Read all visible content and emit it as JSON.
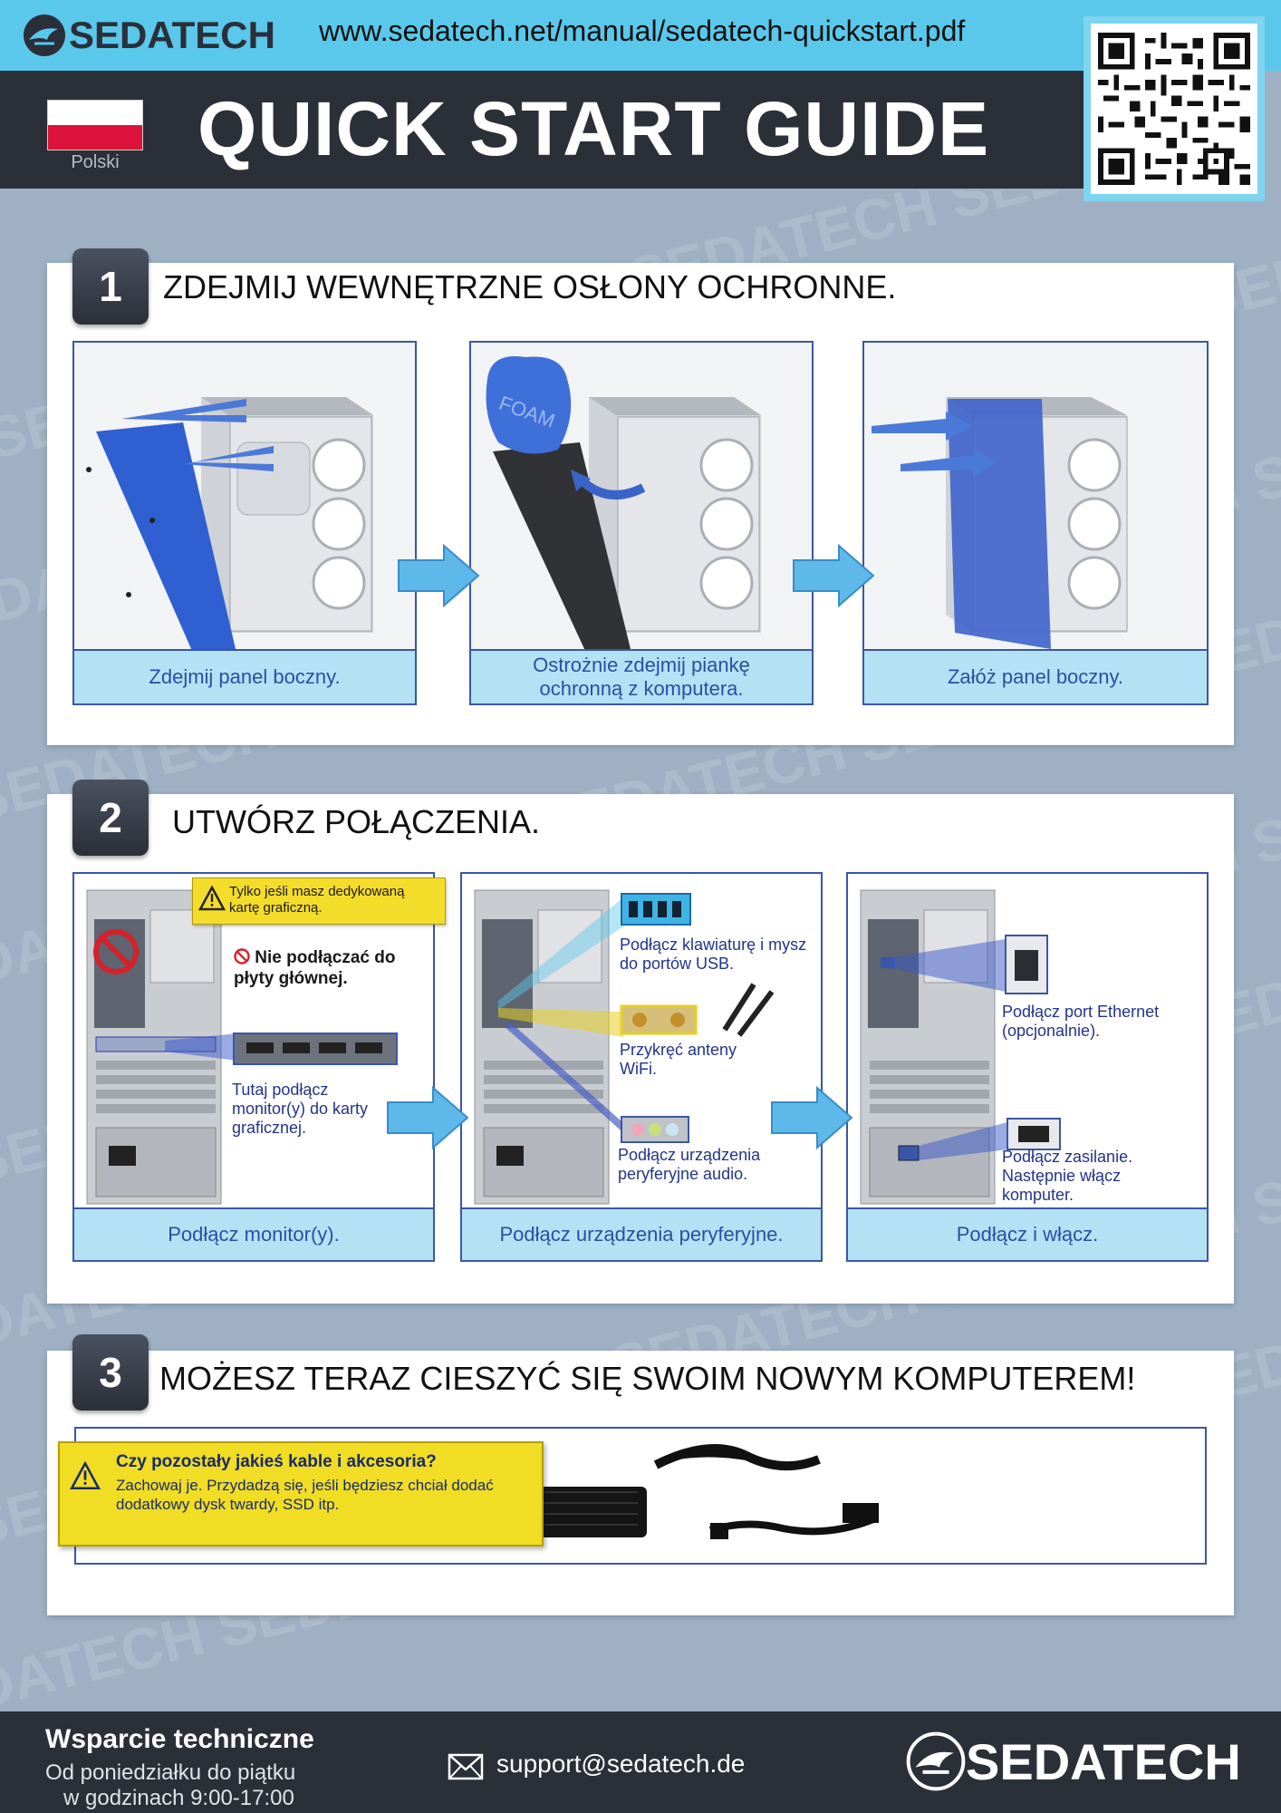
{
  "header": {
    "brand": "SEDATECH",
    "url": "www.sedatech.net/manual/sedatech-quickstart.pdf",
    "title": "QUICK START GUIDE",
    "language": "Polski"
  },
  "steps": [
    {
      "number": "1",
      "title": "ZDEJMIJ WEWNĘTRZNE OSŁONY OCHRONNE.",
      "panels": [
        {
          "caption": "Zdejmij panel boczny."
        },
        {
          "caption": "Ostrożnie zdejmij piankę ochronną z komputera.",
          "foam_label": "FOAM"
        },
        {
          "caption": "Załóż panel boczny."
        }
      ]
    },
    {
      "number": "2",
      "title": "UTWÓRZ POŁĄCZENIA.",
      "panels": [
        {
          "caption": "Podłącz monitor(y).",
          "warning": "Tylko jeśli masz dedykowaną kartę graficzną.",
          "no_motherboard": "Nie podłączać do płyty głównej.",
          "note": "Tutaj podłącz monitor(y) do karty graficznej."
        },
        {
          "caption": "Podłącz urządzenia peryferyjne.",
          "usb": "Podłącz klawiaturę i mysz do portów USB.",
          "wifi": "Przykręć anteny WiFi.",
          "audio": "Podłącz urządzenia peryferyjne audio."
        },
        {
          "caption": "Podłącz i włącz.",
          "ethernet": "Podłącz port Ethernet (opcjonalnie).",
          "power": "Podłącz zasilanie. Następnie włącz komputer."
        }
      ]
    },
    {
      "number": "3",
      "title": "MOŻESZ TERAZ CIESZYĆ SIĘ SWOIM NOWYM KOMPUTEREM!",
      "warning_title": "Czy pozostały jakieś kable i akcesoria?",
      "warning_text": "Zachowaj je. Przydadzą się, jeśli będziesz chciał dodać dodatkowy dysk twardy, SSD itp."
    }
  ],
  "footer": {
    "support_title": "Wsparcie techniczne",
    "hours_line1": "Od poniedziałku do piątku",
    "hours_line2": "w godzinach 9:00-17:00",
    "email": "support@sedatech.de",
    "brand": "SEDATECH"
  },
  "colors": {
    "accent_blue": "#5ac8ea",
    "dark": "#2b2f38",
    "caption_bg": "#b4e2f5",
    "panel_border": "#3b56a8",
    "warning_yellow": "#f0dd24"
  }
}
